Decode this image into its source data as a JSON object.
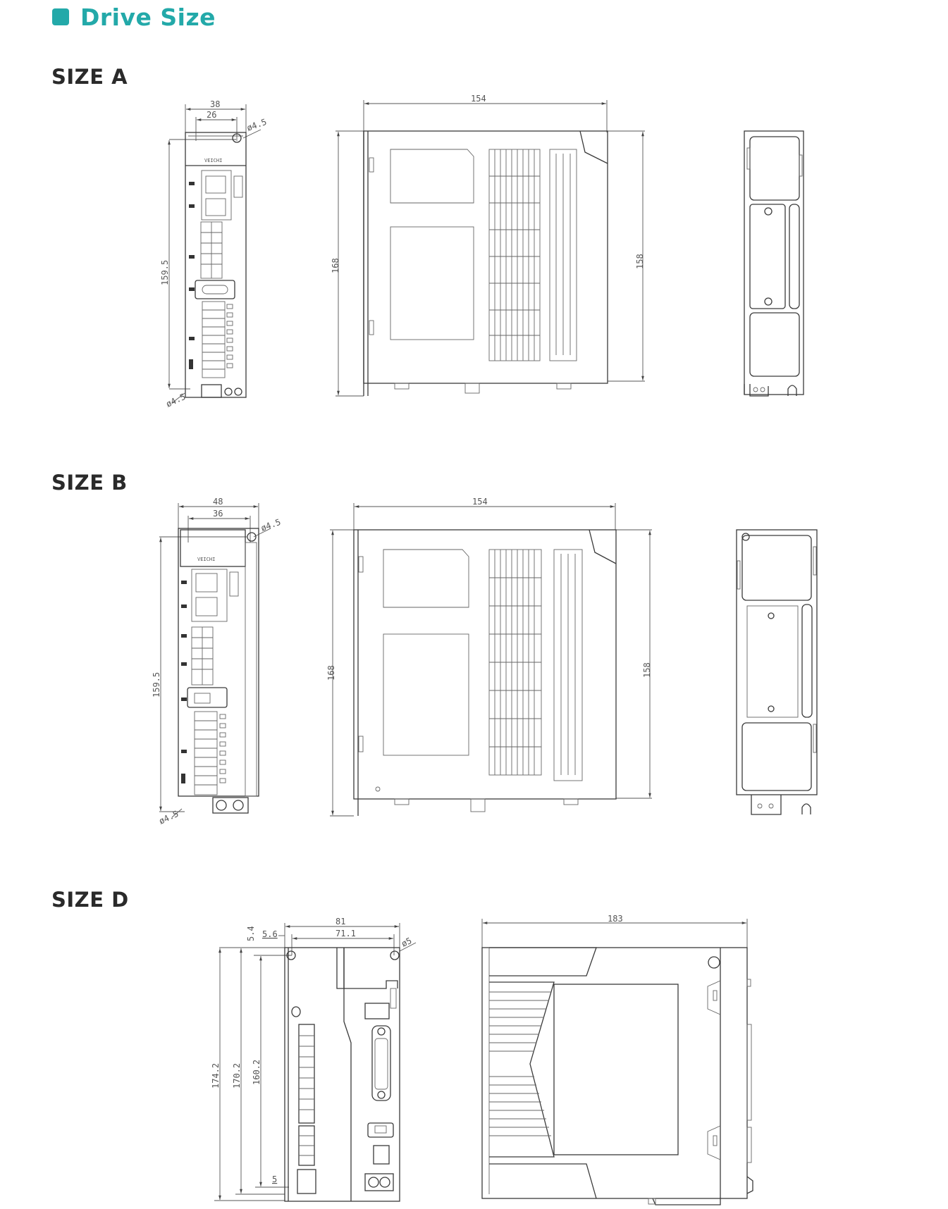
{
  "header": {
    "title": "Drive Size",
    "accent_color": "#23a9a9",
    "icon": "square-bullet-icon"
  },
  "sizes": [
    {
      "label": "SIZE A",
      "front_view": {
        "width_outer": "38",
        "width_inner": "26",
        "height": "159.5",
        "hole_top": "ø4.5",
        "hole_bottom": "ø4.5",
        "brand_text": "VEICHI"
      },
      "side_view": {
        "depth": "154",
        "height_total": "168",
        "height_body": "158"
      },
      "rear_view": {}
    },
    {
      "label": "SIZE B",
      "front_view": {
        "width_outer": "48",
        "width_inner": "36",
        "height": "159.5",
        "hole_top": "ø4.5",
        "hole_bottom": "ø4.5",
        "brand_text": "VEICHI"
      },
      "side_view": {
        "depth": "154",
        "height_total": "168",
        "height_body": "158"
      },
      "rear_view": {}
    },
    {
      "label": "SIZE D",
      "front_view": {
        "width_outer": "81",
        "width_inner": "71.1",
        "offset_left": "5.6",
        "offset_top": "5.4",
        "height_total": "174.2",
        "height_mid": "170.2",
        "height_inner": "160.2",
        "offset_bottom": "5",
        "hole": "ø5"
      },
      "side_view": {
        "depth": "183"
      }
    }
  ]
}
